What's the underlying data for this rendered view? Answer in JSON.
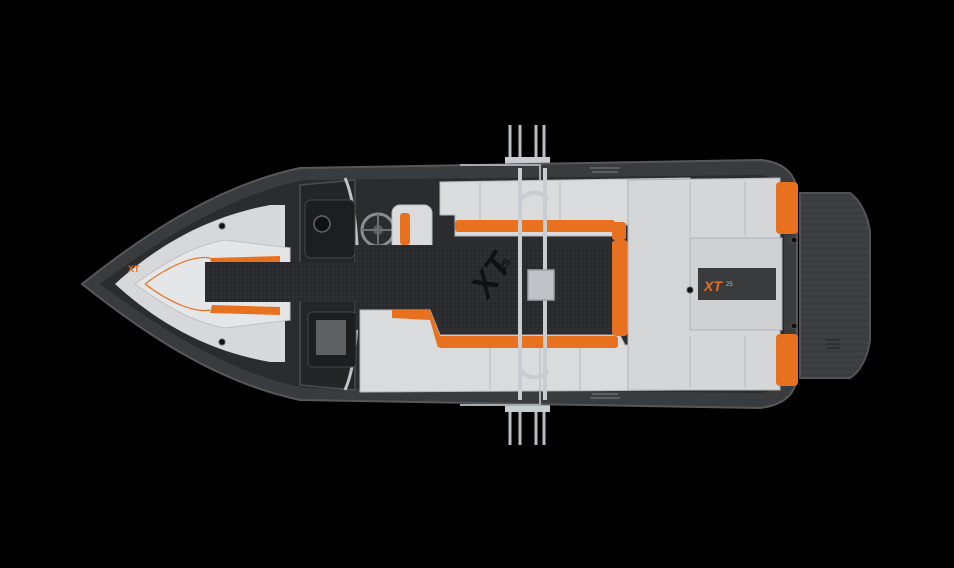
{
  "logo": {
    "main": "XT",
    "sub": "25"
  },
  "swim_platform_logo": {
    "main": "XT",
    "sub": "25"
  },
  "colors": {
    "background": "#000000",
    "hull": "#3a3b3d",
    "gunwale": "#2a2b2d",
    "deck": "#1f2022",
    "upholstery": "#d9dbdd",
    "accent": "#e8711f",
    "tower": "#c9ccd0",
    "platform": "#3d3f42"
  },
  "icons": [
    "steering-wheel-icon",
    "xt-logo-icon"
  ]
}
